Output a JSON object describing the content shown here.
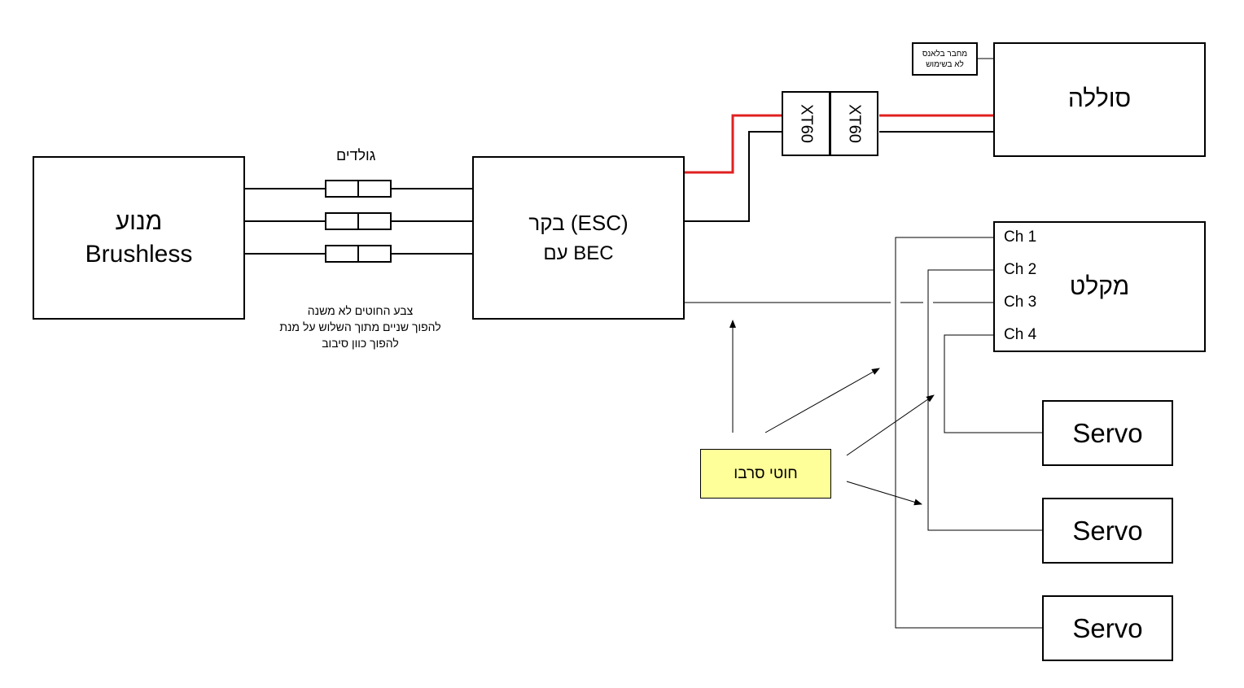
{
  "motor": {
    "line1": "מנוע",
    "line2": "Brushless"
  },
  "esc": {
    "line1": "בקר (ESC)",
    "line2": "עם BEC"
  },
  "battery": {
    "label": "סוללה"
  },
  "receiver": {
    "label": "מקלט",
    "channels": [
      "Ch 1",
      "Ch 2",
      "Ch 3",
      "Ch 4"
    ]
  },
  "servos": [
    "Servo",
    "Servo",
    "Servo"
  ],
  "connectors": [
    "XT60",
    "XT60"
  ],
  "bullets_label": "גולדים",
  "wire_note": [
    "צבע החוטים לא משנה",
    "להפוך שניים מתוך השלוש על מנת",
    "להפוך כוון סיבוב"
  ],
  "balance_connector": [
    "מחבר בלאנס",
    "לא בשימוש"
  ],
  "servo_wires_label": "חוטי סרבו",
  "colors": {
    "positive_wire": "#e02020",
    "wire": "#000000",
    "callout_fill": "#ffff99"
  }
}
